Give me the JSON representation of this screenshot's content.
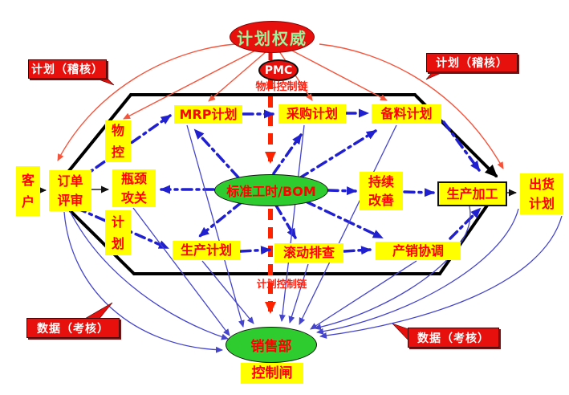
{
  "diagram": {
    "top": {
      "authority": "计划权威",
      "pmc": "PMC",
      "material_chain_label": "物料控制链"
    },
    "callouts": {
      "plan_audit_left": "计划（稽核）",
      "plan_audit_right": "计划（稽核）",
      "data_audit_left": "数据（考核）",
      "data_audit_right": "数据（考核）"
    },
    "nodes": {
      "customer": "客户",
      "order_review": "订单评审",
      "material_control": "物控",
      "mrp_plan": "MRP计划",
      "purchase_plan": "采购计划",
      "stock_prep_plan": "备料计划",
      "bottleneck": "瓶颈攻关",
      "standard_bom": "标准工时/BOM",
      "continuous_improvement": "持续改善",
      "production_processing": "生产加工",
      "shipping_plan": "出货计划",
      "plan": "计划",
      "production_plan": "生产计划",
      "rolling_review": "滚动排查",
      "production_sales_coordination": "产销协调",
      "plan_chain_label": "计划控制链",
      "sales_dept": "销售部",
      "control_gate": "控制闸"
    },
    "colors": {
      "box_fill": "#FFFF00",
      "box_text": "#FF0000",
      "red_shape": "#E8100C",
      "green_shape": "#2ECC2E",
      "hexagon": "#000000",
      "flow_dashdot": "#2020D0",
      "feedback_line": "#4444CC",
      "control_dash": "#FF2200"
    }
  }
}
